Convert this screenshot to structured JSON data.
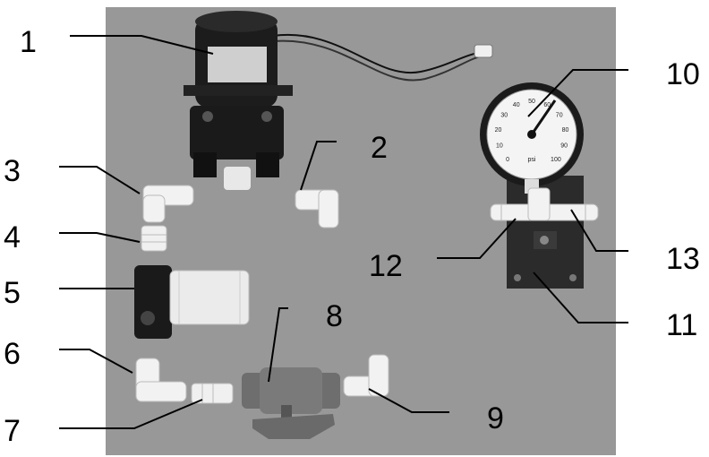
{
  "callouts": [
    {
      "id": "1",
      "label": "1"
    },
    {
      "id": "2",
      "label": "2"
    },
    {
      "id": "3",
      "label": "3"
    },
    {
      "id": "4",
      "label": "4"
    },
    {
      "id": "5",
      "label": "5"
    },
    {
      "id": "6",
      "label": "6"
    },
    {
      "id": "7",
      "label": "7"
    },
    {
      "id": "8",
      "label": "8"
    },
    {
      "id": "9",
      "label": "9"
    },
    {
      "id": "10",
      "label": "10"
    },
    {
      "id": "11",
      "label": "11"
    },
    {
      "id": "12",
      "label": "12"
    },
    {
      "id": "13",
      "label": "13"
    }
  ],
  "gauge": {
    "scale_labels": [
      "0",
      "10",
      "20",
      "30",
      "40",
      "50",
      "60",
      "70",
      "80",
      "90",
      "100"
    ],
    "unit": "psi"
  },
  "colors": {
    "photo_background": "#9a9a9a",
    "pump_body": "#1e1e1e",
    "fitting_white": "#f2f2f2",
    "filter_housing": "#e8e8e8",
    "valve_body": "#6e6e6e",
    "bracket": "#2b2b2b",
    "leader_line": "#000000"
  }
}
